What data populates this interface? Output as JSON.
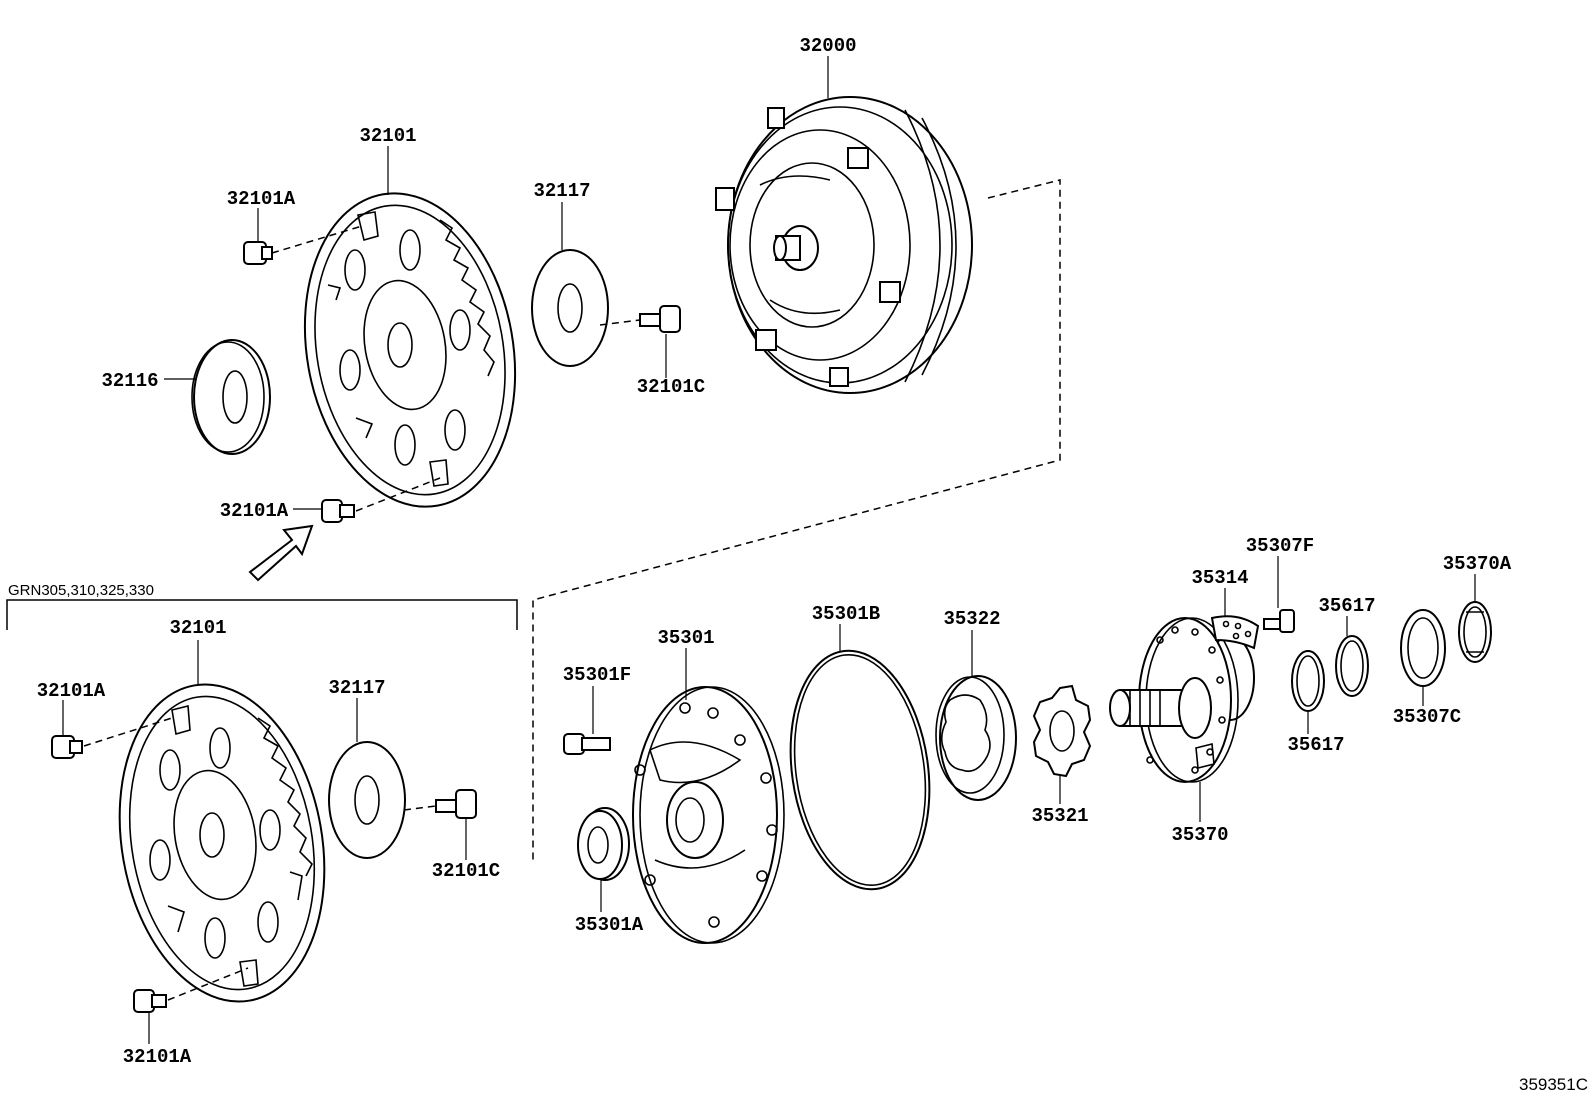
{
  "labels": {
    "p32000": "32000",
    "p32101_top": "32101",
    "p32101A_top1": "32101A",
    "p32117_top": "32117",
    "p32116": "32116",
    "p32101C_top": "32101C",
    "p32101A_top2": "32101A",
    "p32101_bot": "32101",
    "p32101A_bot1": "32101A",
    "p32117_bot": "32117",
    "p32101C_bot": "32101C",
    "p32101A_bot2": "32101A",
    "p35301": "35301",
    "p35301F": "35301F",
    "p35301A": "35301A",
    "p35301B": "35301B",
    "p35322": "35322",
    "p35321": "35321",
    "p35314": "35314",
    "p35307F": "35307F",
    "p35370": "35370",
    "p35617_top": "35617",
    "p35617_bot": "35617",
    "p35370A": "35370A",
    "p35307C": "35307C"
  },
  "variant_note": "GRN305,310,325,330",
  "diagram_ref": "359351C"
}
